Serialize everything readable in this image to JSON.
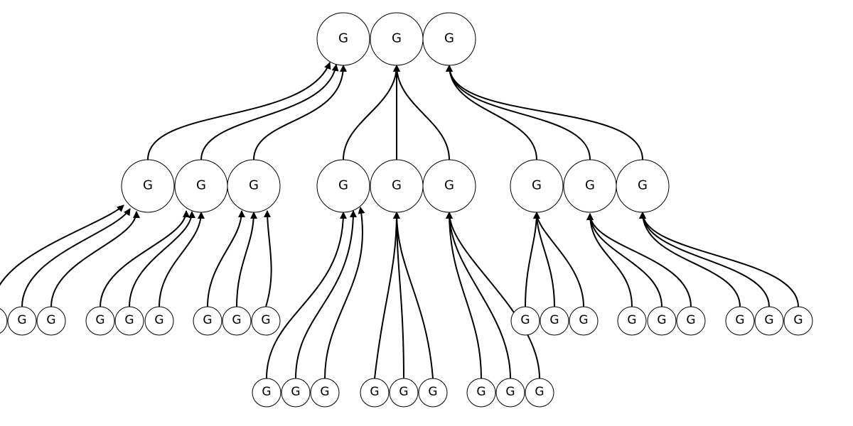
{
  "diagram": {
    "node_label": "G",
    "colors": {
      "stroke": "#000000",
      "fill": "#ffffff",
      "background": "#ffffff"
    },
    "groups": [
      {
        "id": "top",
        "level": 0
      },
      {
        "id": "m1",
        "level": 1,
        "parent": "top"
      },
      {
        "id": "m2",
        "level": 1,
        "parent": "top"
      },
      {
        "id": "m3",
        "level": 1,
        "parent": "top"
      },
      {
        "id": "b1",
        "level": 2,
        "parent": "m1"
      },
      {
        "id": "b2",
        "level": 2,
        "parent": "m1"
      },
      {
        "id": "b3",
        "level": 2,
        "parent": "m1"
      },
      {
        "id": "b4",
        "level": 2,
        "parent": "m2"
      },
      {
        "id": "b5",
        "level": 2,
        "parent": "m2"
      },
      {
        "id": "b6",
        "level": 2,
        "parent": "m2"
      },
      {
        "id": "b7",
        "level": 2,
        "parent": "m3"
      },
      {
        "id": "b8",
        "level": 2,
        "parent": "m3"
      },
      {
        "id": "b9",
        "level": 2,
        "parent": "m3"
      }
    ]
  }
}
